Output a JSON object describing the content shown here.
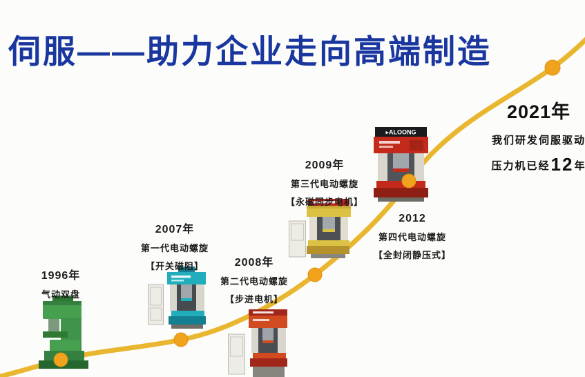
{
  "title": "伺服——助力企业走向高端制造",
  "colors": {
    "title_blue": "#19379f",
    "curve_gold": "#e9b72f",
    "dot_orange": "#f2a31e"
  },
  "milestones": [
    {
      "year": "1996年",
      "name": "气动双盘"
    },
    {
      "year": "2007年",
      "name": "第一代电动螺旋",
      "detail": "【开关磁阻】"
    },
    {
      "year": "2008年",
      "name": "第二代电动螺旋",
      "detail": "【步进电机】"
    },
    {
      "year": "2009年",
      "name": "第三代电动螺旋",
      "detail": "【永磁同步电机】"
    },
    {
      "year": "2012",
      "name": "第四代电动螺旋",
      "detail": "【全封闭静压式】"
    }
  ],
  "summary": {
    "year": "2021年",
    "line1": "我们研发伺服驱动",
    "line2_prefix": "压力机已经",
    "line2_number": "12",
    "line2_suffix": "年"
  },
  "machine_2012": {
    "brand": "▸ALOONG"
  }
}
